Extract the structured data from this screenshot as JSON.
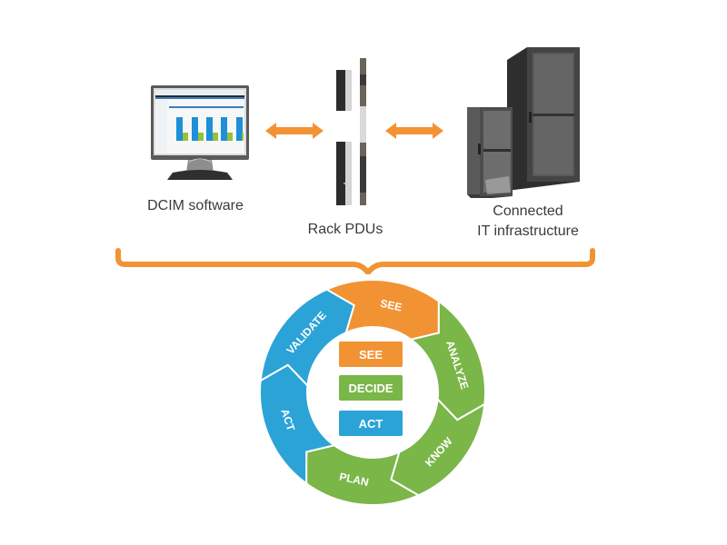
{
  "colors": {
    "orange": "#F29333",
    "green": "#7AB648",
    "blue": "#2BA3D7",
    "text": "#3a3a3a",
    "dark_equipment": "#3b3b3b"
  },
  "components": [
    {
      "id": "dcim",
      "label": "DCIM software",
      "icon": "monitor-icon"
    },
    {
      "id": "pdu",
      "label": "Rack PDUs",
      "icon": "rack-pdu-icon"
    },
    {
      "id": "infra",
      "label_line1": "Connected",
      "label_line2": "IT infrastructure",
      "icon": "server-rack-icon"
    }
  ],
  "connectors": [
    {
      "from": "dcim",
      "to": "pdu",
      "icon": "double-arrow-icon"
    },
    {
      "from": "pdu",
      "to": "infra",
      "icon": "double-arrow-icon"
    }
  ],
  "cycle": {
    "segments": [
      {
        "label": "SEE",
        "color": "#F29333"
      },
      {
        "label": "ANALYZE",
        "color": "#7AB648"
      },
      {
        "label": "KNOW",
        "color": "#7AB648"
      },
      {
        "label": "PLAN",
        "color": "#7AB648"
      },
      {
        "label": "ACT",
        "color": "#2BA3D7"
      },
      {
        "label": "VALIDATE",
        "color": "#2BA3D7"
      }
    ],
    "center": [
      {
        "label": "SEE",
        "color": "#F29333"
      },
      {
        "label": "DECIDE",
        "color": "#7AB648"
      },
      {
        "label": "ACT",
        "color": "#2BA3D7"
      }
    ]
  }
}
